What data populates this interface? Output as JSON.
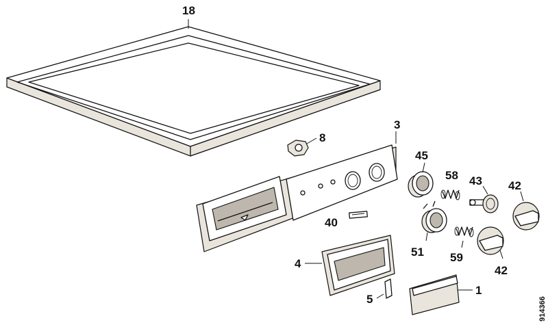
{
  "diagram": {
    "labels": {
      "p18": "18",
      "p8": "8",
      "p3": "3",
      "p45": "45",
      "p58": "58",
      "p43": "43",
      "p42a": "42",
      "p40": "40",
      "p51": "51",
      "p59": "59",
      "p42b": "42",
      "p4": "4",
      "p5": "5",
      "p1": "1"
    },
    "document_number": "914366"
  }
}
